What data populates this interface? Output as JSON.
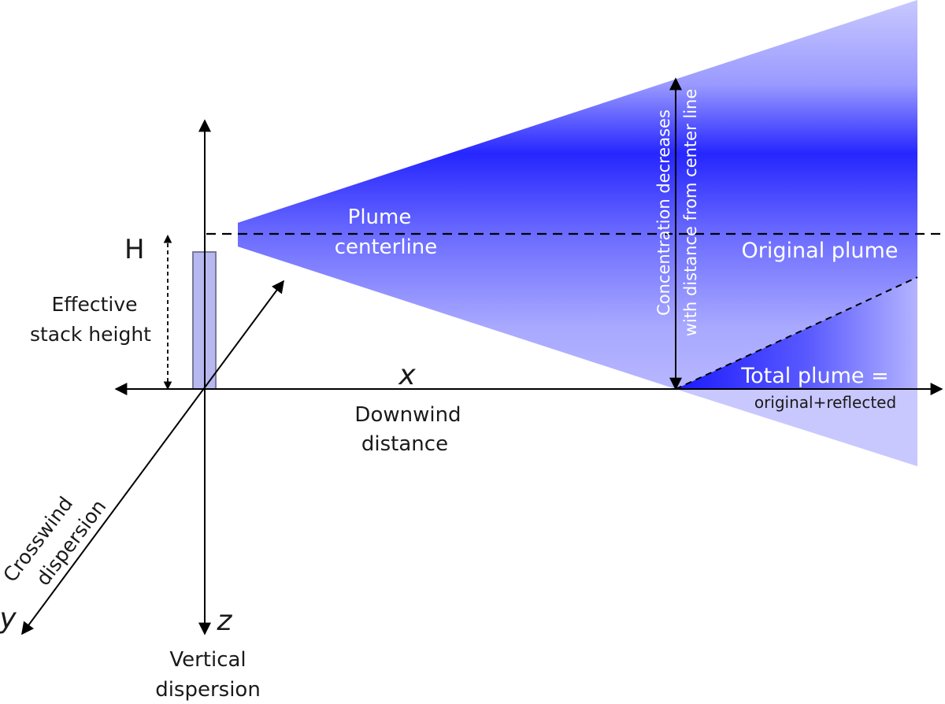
{
  "labels": {
    "h": "H",
    "effective_line1": "Effective",
    "effective_line2": "stack height",
    "plume_line1": "Plume",
    "plume_line2": "centerline",
    "x_axis": "x",
    "downwind_line1": "Downwind",
    "downwind_line2": "distance",
    "y_axis": "y",
    "crosswind_line1": "Crosswind",
    "crosswind_line2": "dispersion",
    "z_axis": "z",
    "vertical_line1": "Vertical",
    "vertical_line2": "dispersion",
    "concentration_line1": "Concentration decreases",
    "concentration_line2": "with distance from center line",
    "original_plume": "Original plume",
    "total_plume": "Total plume =",
    "total_plume_sub": "original+reflected"
  },
  "colors": {
    "plume_core": "#2626ff",
    "plume_edge": "#c8c8ff",
    "stack_fill": "#b8b8f0",
    "stack_stroke": "#7a7a9a",
    "axis_line": "#000000"
  }
}
